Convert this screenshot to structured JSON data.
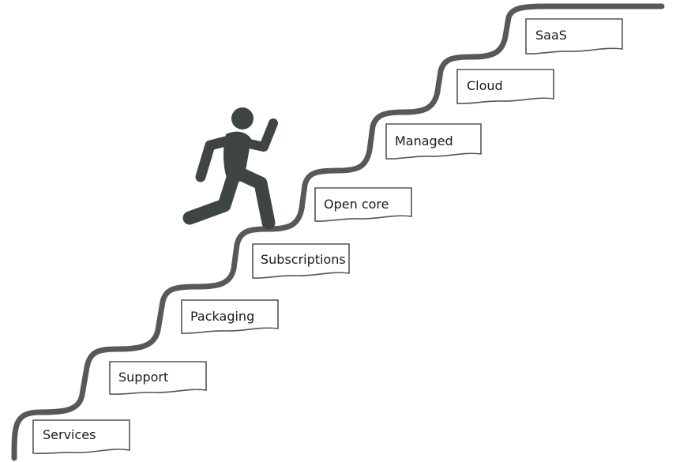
{
  "diagram": {
    "steps": [
      {
        "label": "Services"
      },
      {
        "label": "Support"
      },
      {
        "label": "Packaging"
      },
      {
        "label": "Subscriptions"
      },
      {
        "label": "Open core"
      },
      {
        "label": "Managed"
      },
      {
        "label": "Cloud"
      },
      {
        "label": "SaaS"
      }
    ]
  },
  "colors": {
    "stair_line": "#585858",
    "runner": "#3f4445",
    "box_stroke": "#555555"
  },
  "icons": {
    "runner": "running-person-icon"
  }
}
